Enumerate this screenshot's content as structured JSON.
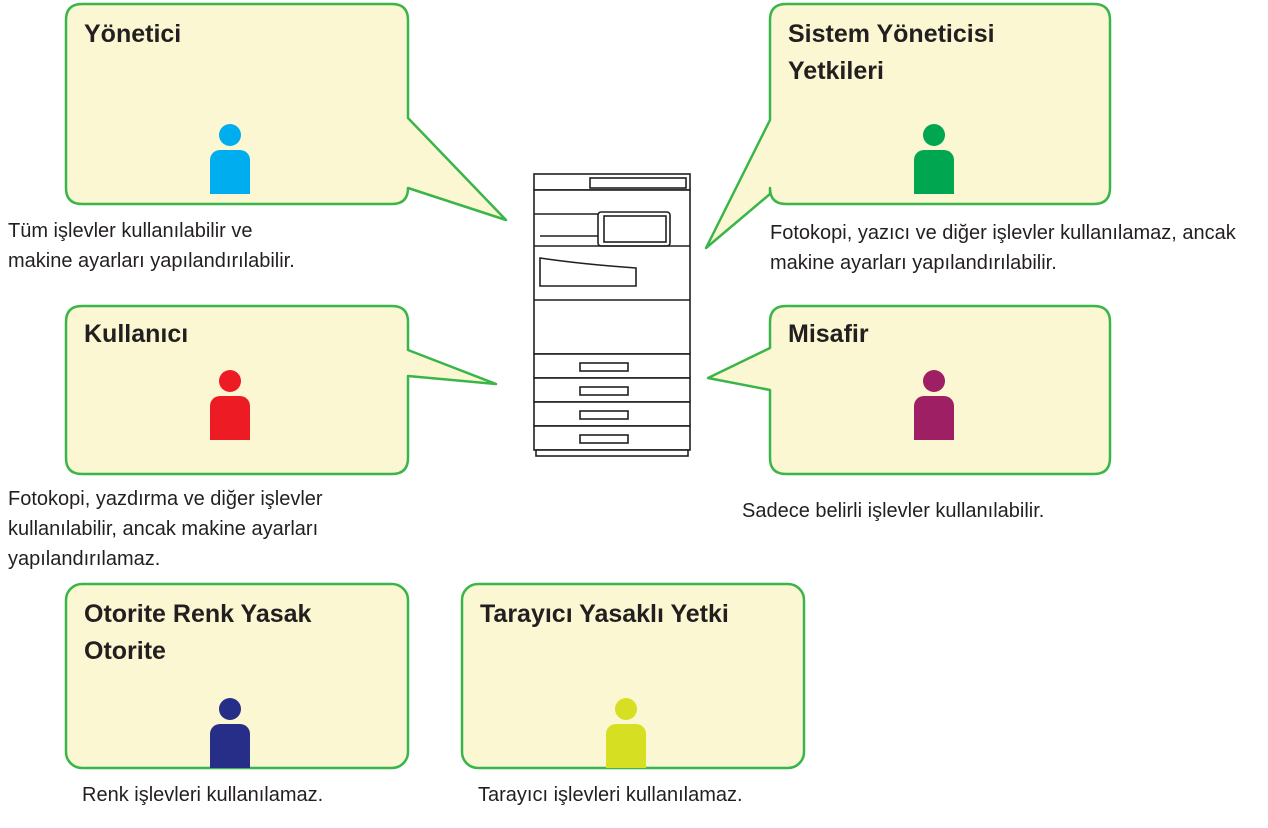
{
  "roles": [
    {
      "title": "Yönetici",
      "description": "Tüm işlevler kullanılabilir ve makine ayarları yapılandırılabilir.",
      "color": "#00aeef"
    },
    {
      "title": "Sistem Yöneticisi Yetkileri",
      "description": "Fotokopi, yazıcı ve diğer işlevler kullanılamaz, ancak makine ayarları yapılandırılabilir.",
      "color": "#00a650"
    },
    {
      "title": "Kullanıcı",
      "description": "Fotokopi, yazdırma ve diğer işlevler kullanılabilir, ancak makine ayarları yapılandırılamaz.",
      "color": "#ed1c24"
    },
    {
      "title": "Misafir",
      "description": "Sadece belirli işlevler kullanılabilir.",
      "color": "#9e1f63"
    },
    {
      "title": "Otorite Renk Yasak Otorite",
      "description": "Renk işlevleri kullanılamaz.",
      "color": "#262e87"
    },
    {
      "title": "Tarayıcı Yasaklı Yetki",
      "description": "Tarayıcı işlevleri kullanılamaz.",
      "color": "#d7df23"
    }
  ],
  "colors": {
    "bubble_fill": "#fbf7d2",
    "bubble_border": "#3ab54a",
    "machine_line": "#231f20"
  }
}
